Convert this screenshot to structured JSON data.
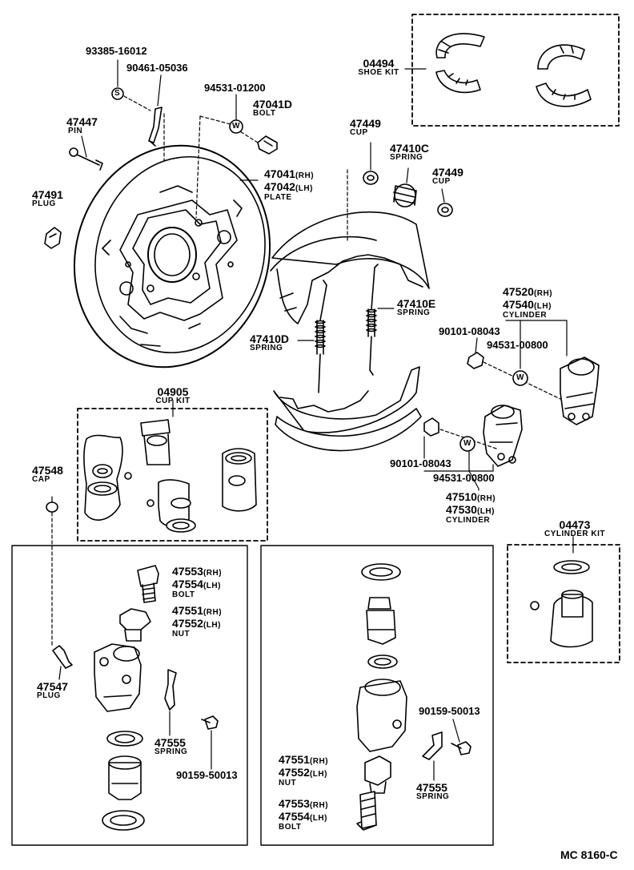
{
  "figure_code": "MC 8160-C",
  "parts": {
    "shoe_kit": {
      "number": "04494",
      "name": "SHOE KIT"
    },
    "p93385": {
      "number": "93385-16012"
    },
    "p90461": {
      "number": "90461-05036"
    },
    "p94531_top": {
      "number": "94531-01200"
    },
    "bolt_47041d": {
      "number": "47041D",
      "name": "BOLT"
    },
    "pin": {
      "number": "47447",
      "name": "PIN"
    },
    "plate": {
      "number_rh": "47041",
      "rh": "(RH)",
      "number_lh": "47042",
      "lh": "(LH)",
      "name": "PLATE"
    },
    "plug_47491": {
      "number": "47491",
      "name": "PLUG"
    },
    "cup_1": {
      "number": "47449",
      "name": "CUP"
    },
    "spring_c": {
      "number": "47410C",
      "name": "SPRING"
    },
    "cup_2": {
      "number": "47449",
      "name": "CUP"
    },
    "spring_e": {
      "number": "47410E",
      "name": "SPRING"
    },
    "spring_d": {
      "number": "47410D",
      "name": "SPRING"
    },
    "cyl_upper": {
      "number_rh": "47520",
      "rh": "(RH)",
      "number_lh": "47540",
      "lh": "(LH)",
      "name": "CYLINDER"
    },
    "p90101_upper": {
      "number": "90101-08043"
    },
    "p94531_upper": {
      "number": "94531-00800"
    },
    "cup_kit": {
      "number": "04905",
      "name": "CUP KIT"
    },
    "cap": {
      "number": "47548",
      "name": "CAP"
    },
    "p90101_lower": {
      "number": "90101-08043"
    },
    "p94531_lower": {
      "number": "94531-00800"
    },
    "cyl_lower": {
      "number_rh": "47510",
      "rh": "(RH)",
      "number_lh": "47530",
      "lh": "(LH)",
      "name": "CYLINDER"
    },
    "cyl_kit": {
      "number": "04473",
      "name": "CYLINDER KIT"
    },
    "left_bolt": {
      "number_rh": "47553",
      "rh": "(RH)",
      "number_lh": "47554",
      "lh": "(LH)",
      "name": "BOLT"
    },
    "left_nut": {
      "number_rh": "47551",
      "rh": "(RH)",
      "number_lh": "47552",
      "lh": "(LH)",
      "name": "NUT"
    },
    "plug_47547": {
      "number": "47547",
      "name": "PLUG"
    },
    "left_spring": {
      "number": "47555",
      "name": "SPRING"
    },
    "left_90159": {
      "number": "90159-50013"
    },
    "mid_90159": {
      "number": "90159-50013"
    },
    "mid_nut": {
      "number_rh": "47551",
      "rh": "(RH)",
      "number_lh": "47552",
      "lh": "(LH)",
      "name": "NUT"
    },
    "mid_spring": {
      "number": "47555",
      "name": "SPRING"
    },
    "mid_bolt": {
      "number_rh": "47553",
      "rh": "(RH)",
      "number_lh": "47554",
      "lh": "(LH)",
      "name": "BOLT"
    }
  },
  "washer_mark": "W",
  "screw_mark": "S",
  "colors": {
    "ink": "#000000",
    "paper": "#ffffff"
  }
}
